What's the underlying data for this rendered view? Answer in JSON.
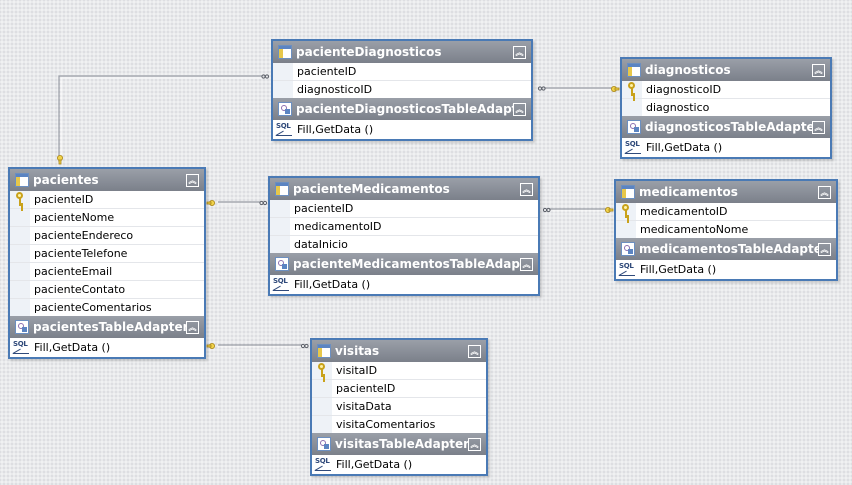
{
  "colors": {
    "border": "#4a7ab5",
    "header": "#7b808a",
    "relationship": "#9a9ea6",
    "key": "#c9a21b"
  },
  "icons": {
    "collapse": "double-chevron-up-icon",
    "table": "table-icon",
    "adapter": "table-adapter-icon",
    "key": "primary-key-icon",
    "query": "sql-query-icon"
  },
  "tables": {
    "pacienteDiagnosticos": {
      "title": "pacienteDiagnosticos",
      "columns": [
        "pacienteID",
        "diagnosticoID"
      ],
      "adapter": "pacienteDiagnosticosTableAdapter",
      "method": "Fill,GetData ()"
    },
    "diagnosticos": {
      "title": "diagnosticos",
      "columns": [
        "diagnosticoID",
        "diagnostico"
      ],
      "adapter": "diagnosticosTableAdapter",
      "method": "Fill,GetData ()"
    },
    "pacientes": {
      "title": "pacientes",
      "columns": [
        "pacienteID",
        "pacienteNome",
        "pacienteEndereco",
        "pacienteTelefone",
        "pacienteEmail",
        "pacienteContato",
        "pacienteComentarios"
      ],
      "adapter": "pacientesTableAdapter",
      "method": "Fill,GetData ()"
    },
    "pacienteMedicamentos": {
      "title": "pacienteMedicamentos",
      "columns": [
        "pacienteID",
        "medicamentoID",
        "dataInicio"
      ],
      "adapter": "pacienteMedicamentosTableAdapter",
      "method": "Fill,GetData ()"
    },
    "medicamentos": {
      "title": "medicamentos",
      "columns": [
        "medicamentoID",
        "medicamentoNome"
      ],
      "adapter": "medicamentosTableAdapter",
      "method": "Fill,GetData ()"
    },
    "visitas": {
      "title": "visitas",
      "columns": [
        "visitaID",
        "pacienteID",
        "visitaData",
        "visitaComentarios"
      ],
      "adapter": "visitasTableAdapter",
      "method": "Fill,GetData ()"
    }
  }
}
